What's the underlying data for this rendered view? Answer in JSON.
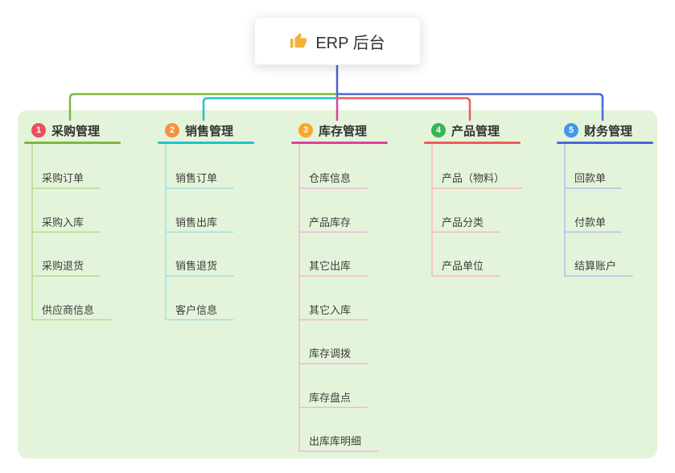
{
  "root": {
    "label": "ERP 后台",
    "icon": "thumbs-up",
    "icon_color": "#f2b137"
  },
  "canvas": {
    "background": "#ffffff",
    "panel_bg": "#e4f4da",
    "stem_color": "#4a63d6"
  },
  "branches": [
    {
      "num": "1",
      "label": "采购管理",
      "badge_color": "#ea4f5b",
      "line_color": "#7eb73e",
      "child_line_color": "#b5d98b",
      "children": [
        "采购订单",
        "采购入库",
        "采购退货",
        "供应商信息"
      ]
    },
    {
      "num": "2",
      "label": "销售管理",
      "badge_color": "#f5913e",
      "line_color": "#20c4ca",
      "child_line_color": "#9fdfe2",
      "children": [
        "销售订单",
        "销售出库",
        "销售退货",
        "客户信息"
      ]
    },
    {
      "num": "3",
      "label": "库存管理",
      "badge_color": "#f8a72a",
      "line_color": "#e0409f",
      "child_line_color": "#f0b3d7",
      "children": [
        "仓库信息",
        "产品库存",
        "其它出库",
        "其它入库",
        "库存调拨",
        "库存盘点",
        "出库库明细"
      ]
    },
    {
      "num": "4",
      "label": "产品管理",
      "badge_color": "#35b558",
      "line_color": "#f15b57",
      "child_line_color": "#f6b7b5",
      "children": [
        "产品（物料）",
        "产品分类",
        "产品单位"
      ]
    },
    {
      "num": "5",
      "label": "财务管理",
      "badge_color": "#3e9be9",
      "line_color": "#4a68d8",
      "child_line_color": "#b0bfea",
      "children": [
        "回款单",
        "付款单",
        "结算账户"
      ]
    }
  ]
}
